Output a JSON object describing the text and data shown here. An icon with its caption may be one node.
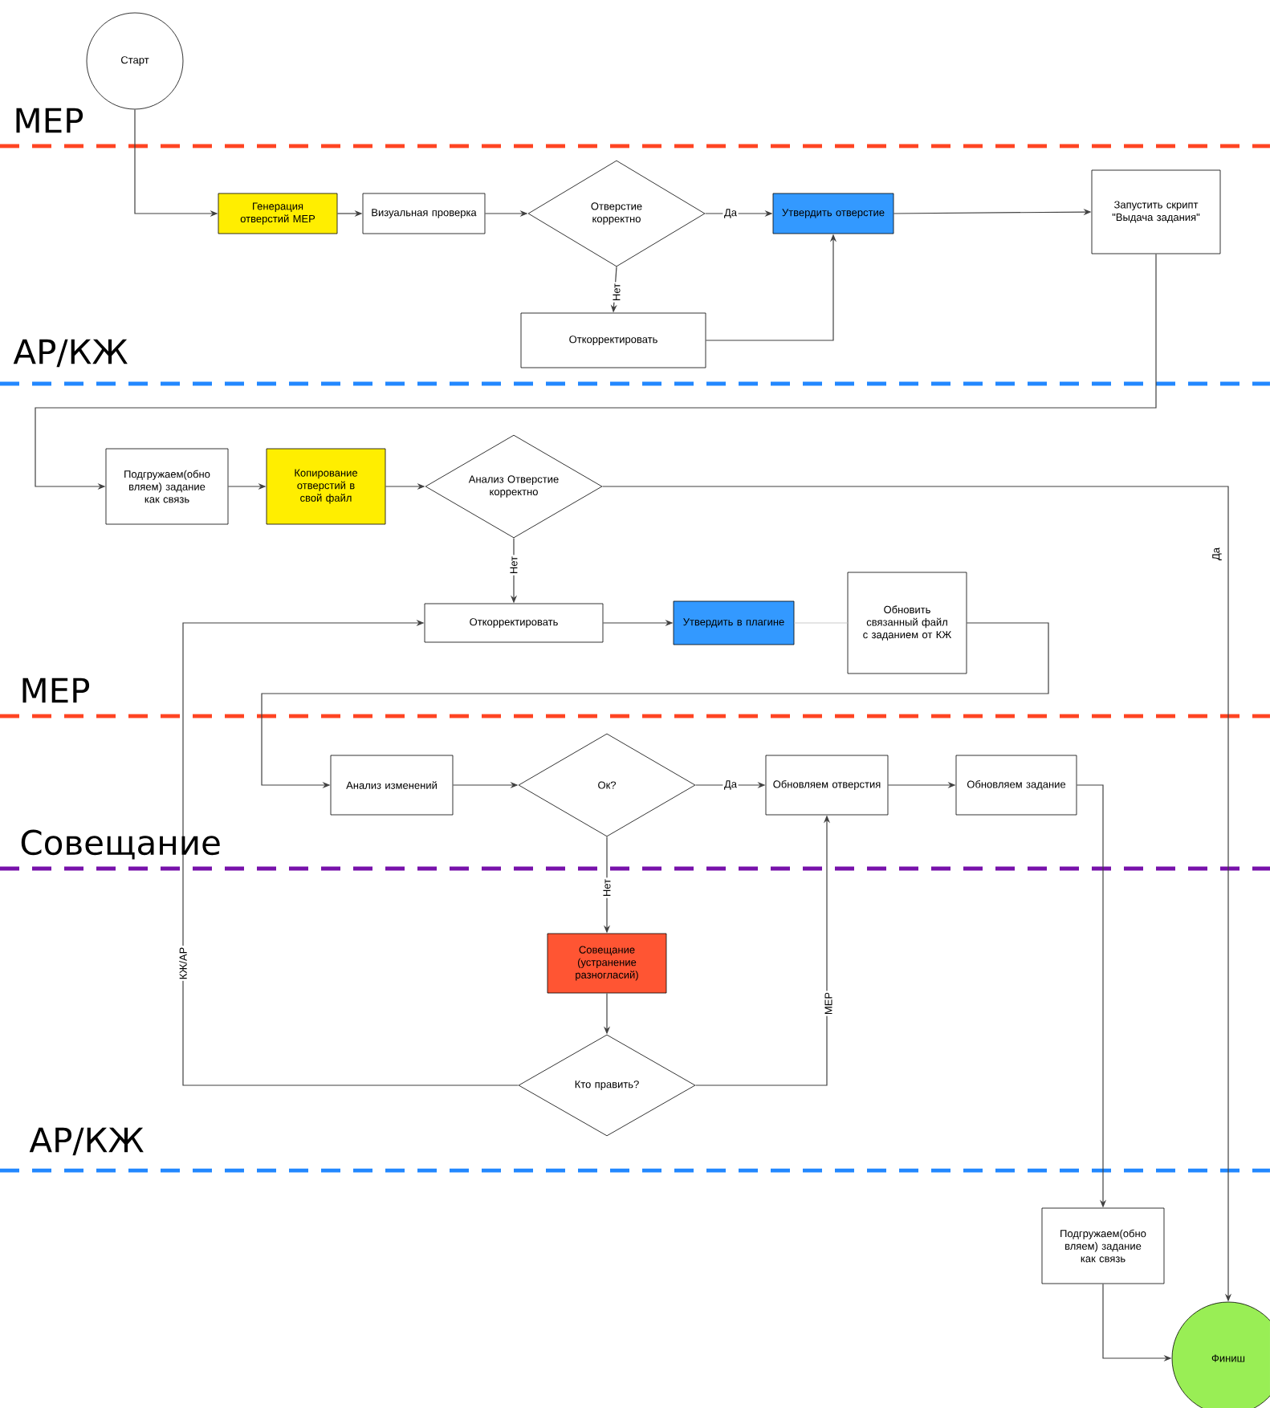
{
  "diagram": {
    "nodes": [
      {
        "text": [
          "Старт"
        ]
      },
      {
        "text": [
          "Генерация отверстий MEP"
        ]
      },
      {
        "text": [
          "Визуальная проверка"
        ]
      },
      {
        "text": [
          "Отверстие корректно"
        ]
      },
      {
        "text": [
          "Утвердить отверстие"
        ]
      },
      {
        "text": [
          "Запустить скрипт \"Выдача задания\""
        ]
      },
      {
        "text": [
          "Откорректировать"
        ]
      },
      {
        "text": [
          "Подгружаем(обно вляем) задание как связь"
        ]
      },
      {
        "text": [
          "Копирование отверстий в свой файл"
        ]
      },
      {
        "text": [
          "Анализ Отверстие корректно"
        ]
      },
      {
        "text": [
          "Откорректировать"
        ]
      },
      {
        "text": [
          "Утвердить в плагине"
        ]
      },
      {
        "text": [
          "Обновить связанный файл с заданием от КЖ"
        ]
      },
      {
        "text": [
          "Анализ изменений"
        ]
      },
      {
        "text": [
          "Ок?"
        ]
      },
      {
        "text": [
          "Обновляем отверстия"
        ]
      },
      {
        "text": [
          "Обновляем задание"
        ]
      },
      {
        "text": [
          "Совещание (устранение разногласий)"
        ]
      },
      {
        "text": [
          "Кто править?"
        ]
      },
      {
        "text": [
          "Подгружаем(обно вляем) задание как связь"
        ]
      },
      {
        "text": [
          "Финиш"
        ]
      }
    ],
    "edges": [
      {
        "from": 0,
        "to": 1,
        "arrow": "to"
      },
      {
        "from": 1,
        "to": 2,
        "arrow": "to"
      },
      {
        "from": 2,
        "to": 3,
        "arrow": "to"
      },
      {
        "from": 3,
        "to": 4,
        "arrow": "to",
        "label": "Да"
      },
      {
        "from": 3,
        "to": 6,
        "arrow": "to",
        "label": "Нет"
      },
      {
        "from": 6,
        "to": 4,
        "arrow": "to"
      },
      {
        "from": 4,
        "to": 5,
        "arrow": "to"
      },
      {
        "from": 5,
        "to": 7,
        "arrow": "to"
      },
      {
        "from": 7,
        "to": 8,
        "arrow": "to"
      },
      {
        "from": 8,
        "to": 9,
        "arrow": "to"
      },
      {
        "from": 9,
        "to": 20,
        "arrow": "to",
        "label": "Да"
      },
      {
        "from": 9,
        "to": 10,
        "arrow": "to",
        "label": "Нет"
      },
      {
        "from": 10,
        "to": 11,
        "arrow": "to"
      },
      {
        "from": 11,
        "to": 12,
        "arrow": "none",
        "color": "#cccccc"
      },
      {
        "from": 12,
        "to": 13,
        "arrow": "to"
      },
      {
        "from": 13,
        "to": 14,
        "arrow": "to"
      },
      {
        "from": 14,
        "to": 15,
        "arrow": "to",
        "label": "Да"
      },
      {
        "from": 15,
        "to": 16,
        "arrow": "to"
      },
      {
        "from": 14,
        "to": 17,
        "arrow": "to",
        "label": "Нет"
      },
      {
        "from": 17,
        "to": 18,
        "arrow": "to"
      },
      {
        "from": 18,
        "to": 10,
        "arrow": "to",
        "label": "КЖ/АР"
      },
      {
        "from": 18,
        "to": 15,
        "arrow": "to",
        "label": "МЕР"
      },
      {
        "from": 16,
        "to": 19,
        "arrow": "to"
      },
      {
        "from": 19,
        "to": 20,
        "arrow": "to"
      }
    ],
    "labels": [
      "MEP",
      "АР/КЖ",
      "MEP",
      "Совещание",
      "АР/КЖ"
    ]
  }
}
